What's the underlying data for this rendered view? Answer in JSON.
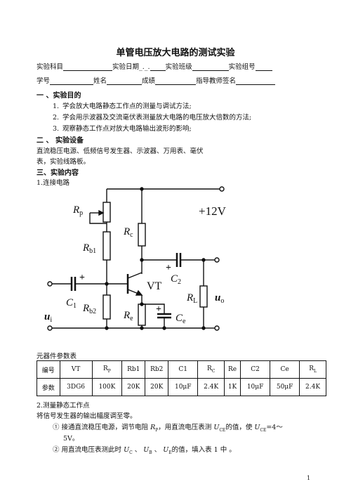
{
  "title": "单管电压放大电路的测试实验",
  "info_row1": {
    "subject": "实验科目",
    "date": "实验日期",
    "date_mid": "_._.",
    "class": "实验班级",
    "group": "实验组号"
  },
  "info_row2": {
    "id": "学号",
    "name": "姓名",
    "score": "成绩",
    "teacher": "指导教师签名"
  },
  "section1": {
    "heading": "一 、实验目的",
    "items": [
      {
        "num": "1.",
        "text": "学会放大电路静态工作点的测量与调试方法;"
      },
      {
        "num": "2.",
        "text": "学会用示波器及交流毫伏表测量放大电路的电压放大倍数的方法;"
      },
      {
        "num": "3.",
        "text": "观察静态工作点对放大电路输出波形的影响;"
      }
    ]
  },
  "section2": {
    "heading": "二 、 实验设备",
    "line1": "直流稳压电源、低频信号发生器、示波器、万用表、毫伏",
    "line2": "表，实验线路板。"
  },
  "section3": {
    "heading": "三、实验内容",
    "step1": "1.连接电路"
  },
  "circuit": {
    "supply": "+12V",
    "rp": "R",
    "rp_sub": "p",
    "rb1": "R",
    "rb1_sub": "b1",
    "rb2": "R",
    "rb2_sub": "b2",
    "rc": "R",
    "rc_sub": "c",
    "re": "R",
    "re_sub": "e",
    "rl": "R",
    "rl_sub": "L",
    "c1": "C",
    "c1_sub": "1",
    "c2": "C",
    "c2_sub": "2",
    "ce": "C",
    "ce_sub": "e",
    "vt": "VT",
    "ui": "u",
    "ui_sub": "i",
    "uo": "u",
    "uo_sub": "o",
    "plus": "+"
  },
  "params": {
    "caption": "元器件参数表",
    "headers": [
      "编号",
      "VT",
      "R",
      "Rb1",
      "Rb2",
      "C1",
      "R",
      "Re",
      "C2",
      "Ce",
      "R"
    ],
    "header_subs": [
      "",
      "",
      "P",
      "",
      "",
      "",
      "C",
      "",
      "",
      "",
      "L"
    ],
    "values": [
      "参数",
      "3DG6",
      "100K",
      "20K",
      "20K",
      "10μF",
      "2.4K",
      "1K",
      "10μF",
      "50μF",
      "2.4K"
    ]
  },
  "section4": {
    "step2": "2.测量静态工作点",
    "line1": "将信号发生器的输出幅度调至零。",
    "item1_num": "①",
    "item1_a": "接通直流稳压电源，调节电阻 ",
    "item1_rp": "R",
    "item1_rp_sub": "P",
    "item1_b": "，用直流电压表测 ",
    "item1_uce": "U",
    "item1_uce_sub": "CE",
    "item1_c": "的值，使 ",
    "item1_d": "=4～",
    "item1_line2": "5V。",
    "item2_num": "②",
    "item2_a": "用直流电压表测此时 ",
    "item2_uc_sub": "C",
    "item2_ub_sub": "B",
    "item2_ue_sub": "E",
    "item2_sep": " 、 ",
    "item2_b": "的值，填入表 1 中 。"
  },
  "page_number": "1"
}
